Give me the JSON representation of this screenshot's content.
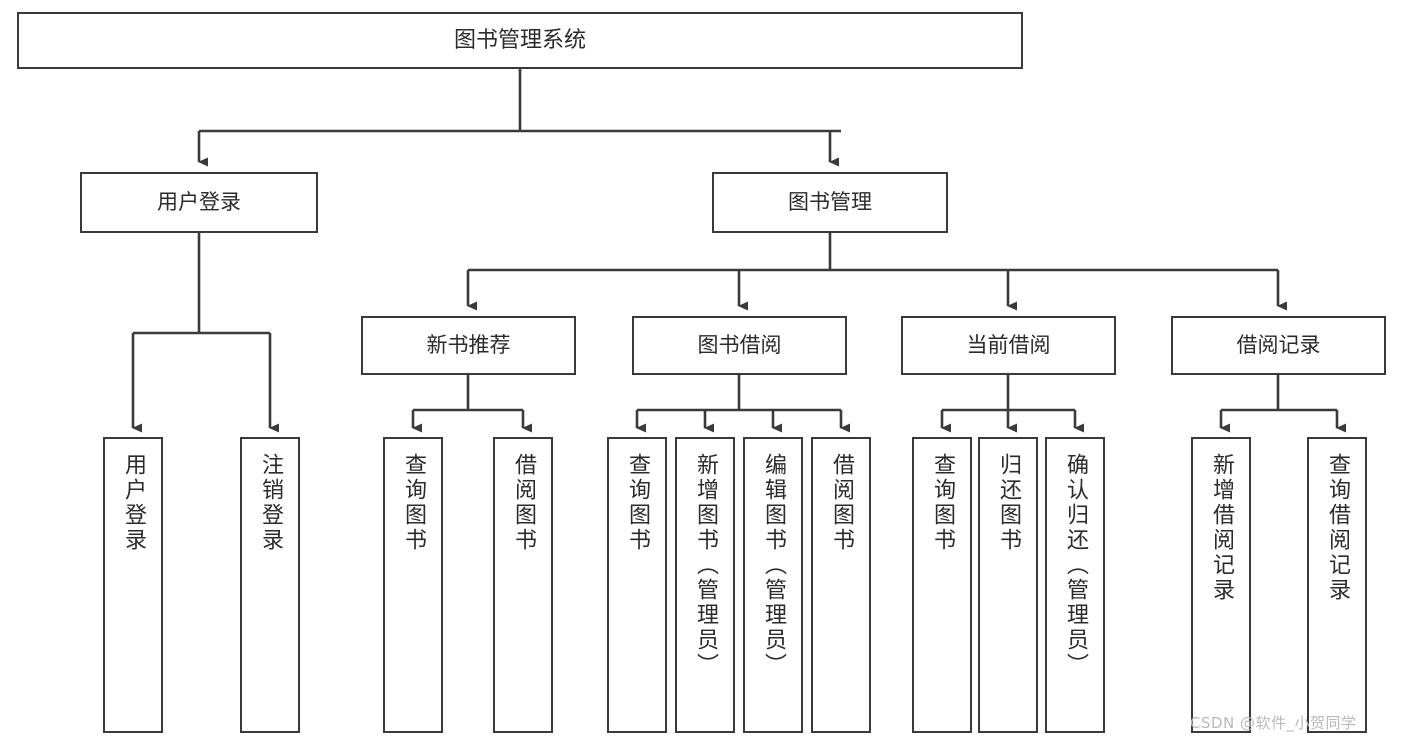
{
  "diagram": {
    "type": "hierarchy-tree",
    "title": "图书管理系统",
    "orientation": "top-down",
    "levels": 4
  },
  "root": {
    "label": "图书管理系统"
  },
  "level2": [
    {
      "id": "user-login",
      "label": "用户登录"
    },
    {
      "id": "book-manage",
      "label": "图书管理"
    }
  ],
  "level3": [
    {
      "id": "new-book-recommend",
      "label": "新书推荐",
      "parent": "book-manage"
    },
    {
      "id": "book-borrow",
      "label": "图书借阅",
      "parent": "book-manage"
    },
    {
      "id": "current-borrow",
      "label": "当前借阅",
      "parent": "book-manage"
    },
    {
      "id": "borrow-record",
      "label": "借阅记录",
      "parent": "book-manage"
    }
  ],
  "leaves": {
    "user_login": [
      {
        "id": "leaf-user-login",
        "label": "用户登录"
      },
      {
        "id": "leaf-user-logout",
        "label": "注销登录"
      }
    ],
    "new_book_recommend": [
      {
        "id": "leaf-query-book-1",
        "label": "查询图书"
      },
      {
        "id": "leaf-borrow-book-1",
        "label": "借阅图书"
      }
    ],
    "book_borrow": [
      {
        "id": "leaf-query-book-2",
        "label": "查询图书"
      },
      {
        "id": "leaf-add-book",
        "label": "新增图书（管理员）"
      },
      {
        "id": "leaf-edit-book",
        "label": "编辑图书（管理员）"
      },
      {
        "id": "leaf-borrow-book-2",
        "label": "借阅图书"
      }
    ],
    "current_borrow": [
      {
        "id": "leaf-query-book-3",
        "label": "查询图书"
      },
      {
        "id": "leaf-return-book",
        "label": "归还图书"
      },
      {
        "id": "leaf-confirm-return",
        "label": "确认归还（管理员）"
      }
    ],
    "borrow_record": [
      {
        "id": "leaf-add-record",
        "label": "新增借阅记录"
      },
      {
        "id": "leaf-query-record",
        "label": "查询借阅记录"
      }
    ]
  },
  "watermark": {
    "text": "CSDN @软件_小贺同学"
  },
  "colors": {
    "border": "#3a3a3a",
    "edge": "#3a3a3a",
    "background": "#ffffff",
    "text": "#2b2b2b",
    "watermark": "#b9b9b9"
  }
}
